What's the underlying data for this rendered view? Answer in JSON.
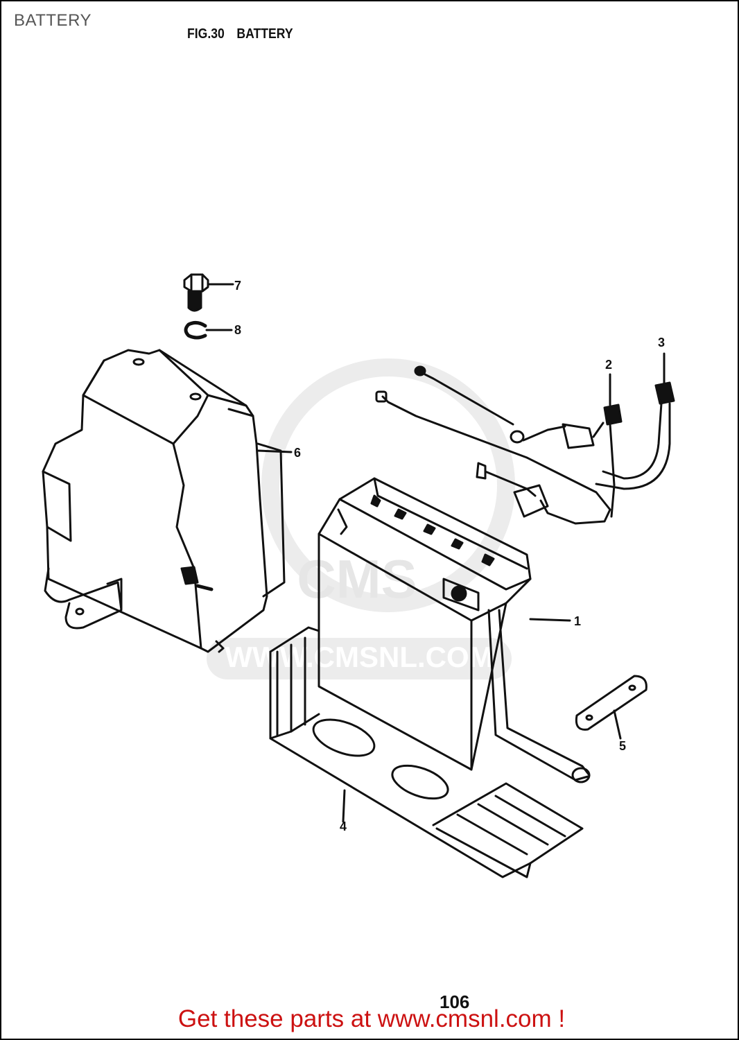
{
  "page": {
    "label": "BATTERY",
    "figure_number": "FIG.30",
    "figure_title": "BATTERY",
    "page_number": "106",
    "cta_text": "Get these parts at www.cmsnl.com !"
  },
  "watermark": {
    "text": "WWW.CMSNL.COM",
    "logo_text": "CMS",
    "color": "#e6e6e6"
  },
  "colors": {
    "line": "#111111",
    "label_gray": "#555555",
    "cta_red": "#cc1111"
  },
  "callouts": [
    {
      "id": "1",
      "label": "1"
    },
    {
      "id": "2",
      "label": "2"
    },
    {
      "id": "3",
      "label": "3"
    },
    {
      "id": "4",
      "label": "4"
    },
    {
      "id": "5",
      "label": "5"
    },
    {
      "id": "6",
      "label": "6"
    },
    {
      "id": "7",
      "label": "7"
    },
    {
      "id": "8",
      "label": "8"
    }
  ]
}
